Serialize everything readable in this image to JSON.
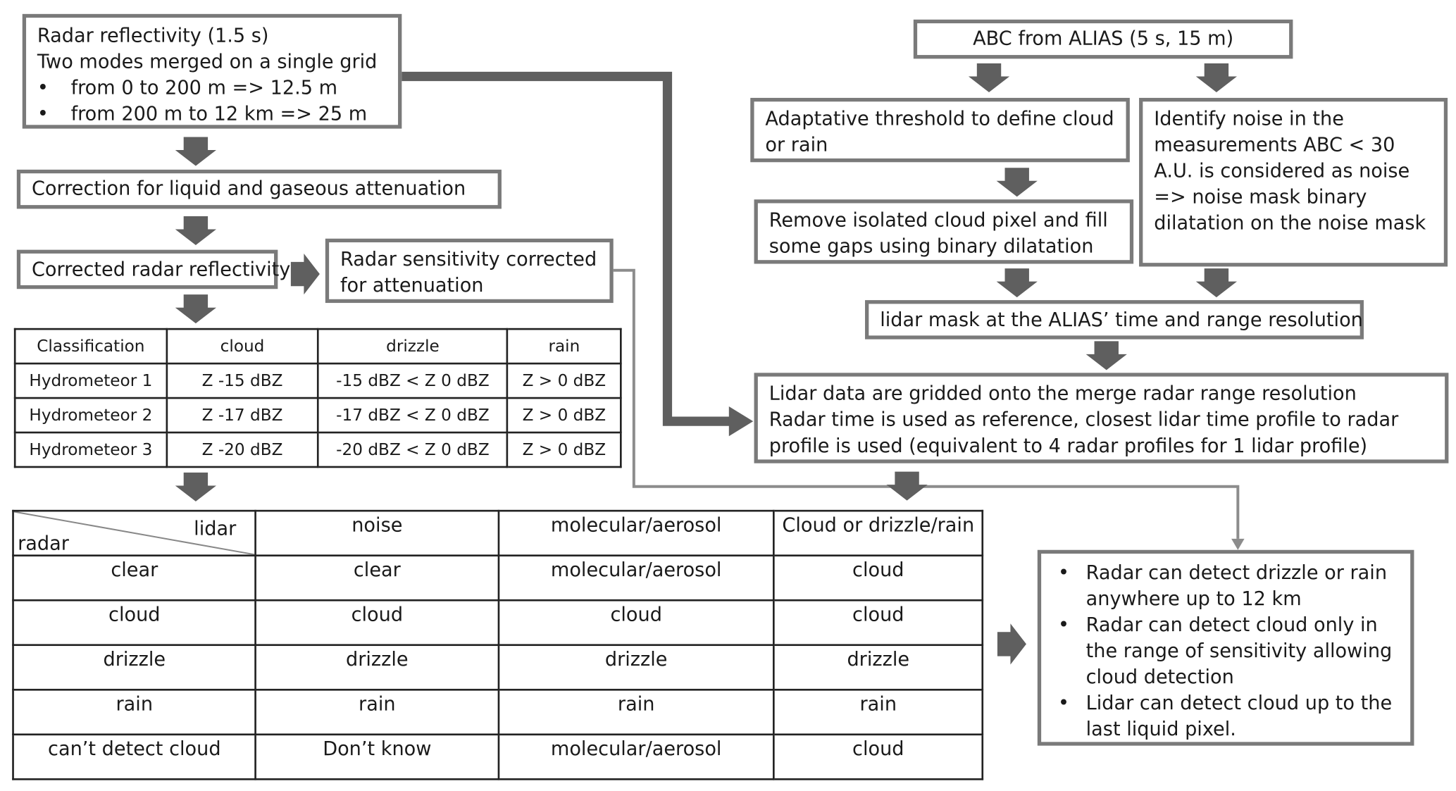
{
  "box_radar_reflectivity": {
    "line1": "Radar reflectivity (1.5 s)",
    "line2": "Two modes merged on a single grid",
    "bullets": [
      "from 0 to 200 m => 12.5 m",
      "from 200 m to 12 km => 25 m"
    ]
  },
  "box_attenuation_correction": "Correction for liquid and gaseous attenuation",
  "box_corrected_reflectivity": "Corrected radar reflectivity",
  "box_radar_sensitivity": "Radar sensitivity corrected for attenuation",
  "threshold_table": {
    "headers": [
      "Classification",
      "cloud",
      "drizzle",
      "rain"
    ],
    "rows": [
      [
        "Hydrometeor 1",
        "Z  -15 dBZ",
        "-15 dBZ < Z  0 dBZ",
        "Z > 0 dBZ"
      ],
      [
        "Hydrometeor 2",
        "Z  -17 dBZ",
        "-17 dBZ < Z  0 dBZ",
        "Z > 0 dBZ"
      ],
      [
        "Hydrometeor 3",
        "Z  -20 dBZ",
        "-20 dBZ < Z  0 dBZ",
        "Z > 0 dBZ"
      ]
    ]
  },
  "combination_table": {
    "corner_lidar": "lidar",
    "corner_radar": "radar",
    "headers": [
      "noise",
      "molecular/aerosol",
      "Cloud or drizzle/rain"
    ],
    "rows": [
      [
        "clear",
        "clear",
        "molecular/aerosol",
        "cloud"
      ],
      [
        "cloud",
        "cloud",
        "cloud",
        "cloud"
      ],
      [
        "drizzle",
        "drizzle",
        "drizzle",
        "drizzle"
      ],
      [
        "rain",
        "rain",
        "rain",
        "rain"
      ],
      [
        "can’t detect cloud",
        "Don’t know",
        "molecular/aerosol",
        "cloud"
      ]
    ]
  },
  "box_abc": "ABC from ALIAS (5 s, 15 m)",
  "box_adaptive_threshold": "Adaptative threshold to define cloud or rain",
  "box_noise": "Identify noise in the measurements ABC < 30 A.U. is considered as noise => noise mask binary dilatation on the noise mask",
  "box_remove_isolated": "Remove isolated cloud pixel and fill some gaps using binary dilatation",
  "box_lidar_mask": "lidar mask at the ALIAS’ time and range resolution",
  "box_gridding": {
    "line1": "Lidar data are gridded onto the merge radar range resolution",
    "line2": "Radar time is used as reference, closest lidar time profile to radar profile is used (equivalent to 4 radar profiles for 1 lidar profile)"
  },
  "box_notes": [
    "Radar can detect drizzle or rain anywhere up to 12 km",
    "Radar can detect cloud only in the range of sensitivity allowing cloud detection",
    "Lidar can detect cloud up to the last liquid pixel."
  ],
  "colors": {
    "arrow": "#5f5f5f",
    "box_border": "#7a7a7a",
    "thin_line": "#8c8c8c"
  }
}
